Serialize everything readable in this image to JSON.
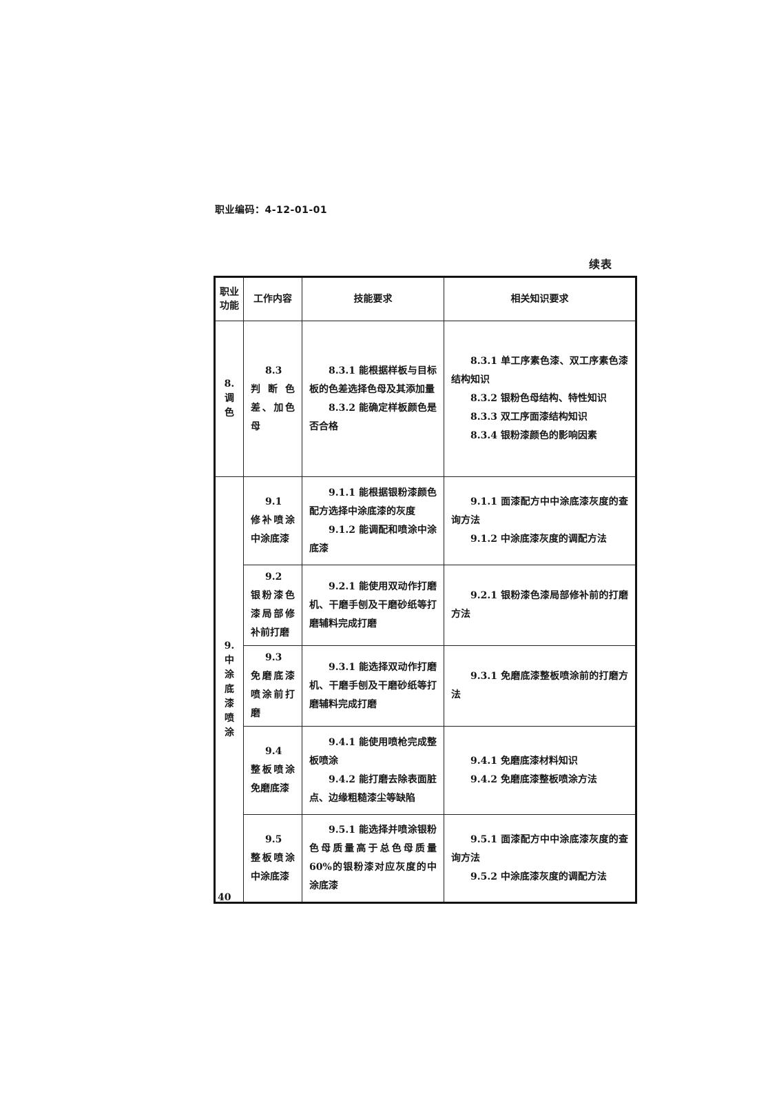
{
  "page": {
    "code_label": "职业编码：4-12-01-01",
    "continued_label": "续表",
    "page_number": "40"
  },
  "table": {
    "headers": {
      "function": "职业功能",
      "work": "工作内容",
      "skill": "技能要求",
      "knowledge": "相关知识要求"
    },
    "groups": [
      {
        "function": "8.调色",
        "rows": [
          {
            "work": "8.3 判断色差、加色母",
            "skills": [
              "8.3.1 能根据样板与目标板的色差选择色母及其添加量",
              "8.3.2 能确定样板颜色是否合格"
            ],
            "knowledge": [
              "8.3.1 单工序素色漆、双工序素色漆结构知识",
              "8.3.2 银粉色母结构、特性知识",
              "8.3.3 双工序面漆结构知识",
              "8.3.4 银粉漆颜色的影响因素"
            ]
          }
        ]
      },
      {
        "function": "9.中涂底漆喷涂",
        "rows": [
          {
            "work": "9.1 修补喷涂中涂底漆",
            "skills": [
              "9.1.1 能根据银粉漆颜色配方选择中涂底漆的灰度",
              "9.1.2 能调配和喷涂中涂底漆"
            ],
            "knowledge": [
              "9.1.1 面漆配方中中涂底漆灰度的查询方法",
              "9.1.2 中涂底漆灰度的调配方法"
            ]
          },
          {
            "work": "9.2 银粉漆色漆局部修补前打磨",
            "skills": [
              "9.2.1 能使用双动作打磨机、干磨手刨及干磨砂纸等打磨辅料完成打磨"
            ],
            "knowledge": [
              "9.2.1 银粉漆色漆局部修补前的打磨方法"
            ]
          },
          {
            "work": "9.3 免磨底漆喷涂前打磨",
            "skills": [
              "9.3.1 能选择双动作打磨机、干磨手刨及干磨砂纸等打磨辅料完成打磨"
            ],
            "knowledge": [
              "9.3.1 免磨底漆整板喷涂前的打磨方法"
            ]
          },
          {
            "work": "9.4 整板喷涂免磨底漆",
            "skills": [
              "9.4.1 能使用喷枪完成整板喷涂",
              "9.4.2 能打磨去除表面脏点、边缘粗糙漆尘等缺陷"
            ],
            "knowledge": [
              "9.4.1 免磨底漆材料知识",
              "9.4.2 免磨底漆整板喷涂方法"
            ]
          },
          {
            "work": "9.5 整板喷涂中涂底漆",
            "skills": [
              "9.5.1 能选择并喷涂银粉色母质量高于总色母质量60%的银粉漆对应灰度的中涂底漆"
            ],
            "knowledge": [
              "9.5.1 面漆配方中中涂底漆灰度的查询方法",
              "9.5.2 中涂底漆灰度的调配方法"
            ]
          }
        ]
      }
    ]
  }
}
